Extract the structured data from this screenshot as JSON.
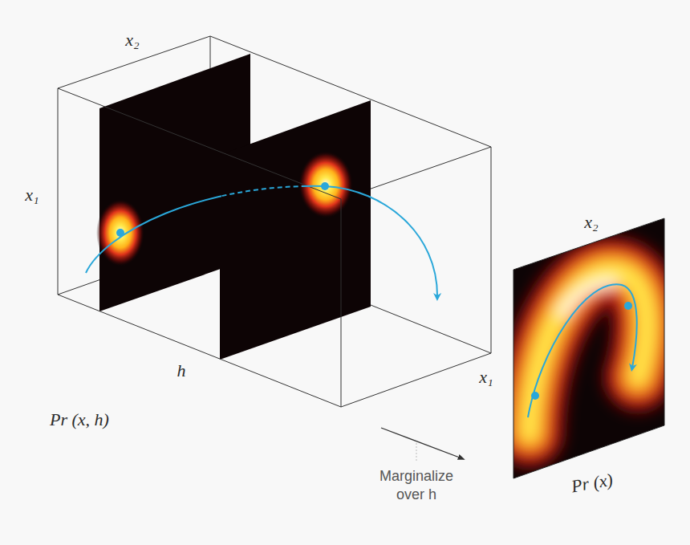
{
  "diagram": {
    "labels": [
      "x₂",
      "x₁",
      "h",
      "x₁",
      "Pr (x, h)",
      "Marginalize over h",
      "x₂",
      "Pr (x)"
    ]
  }
}
